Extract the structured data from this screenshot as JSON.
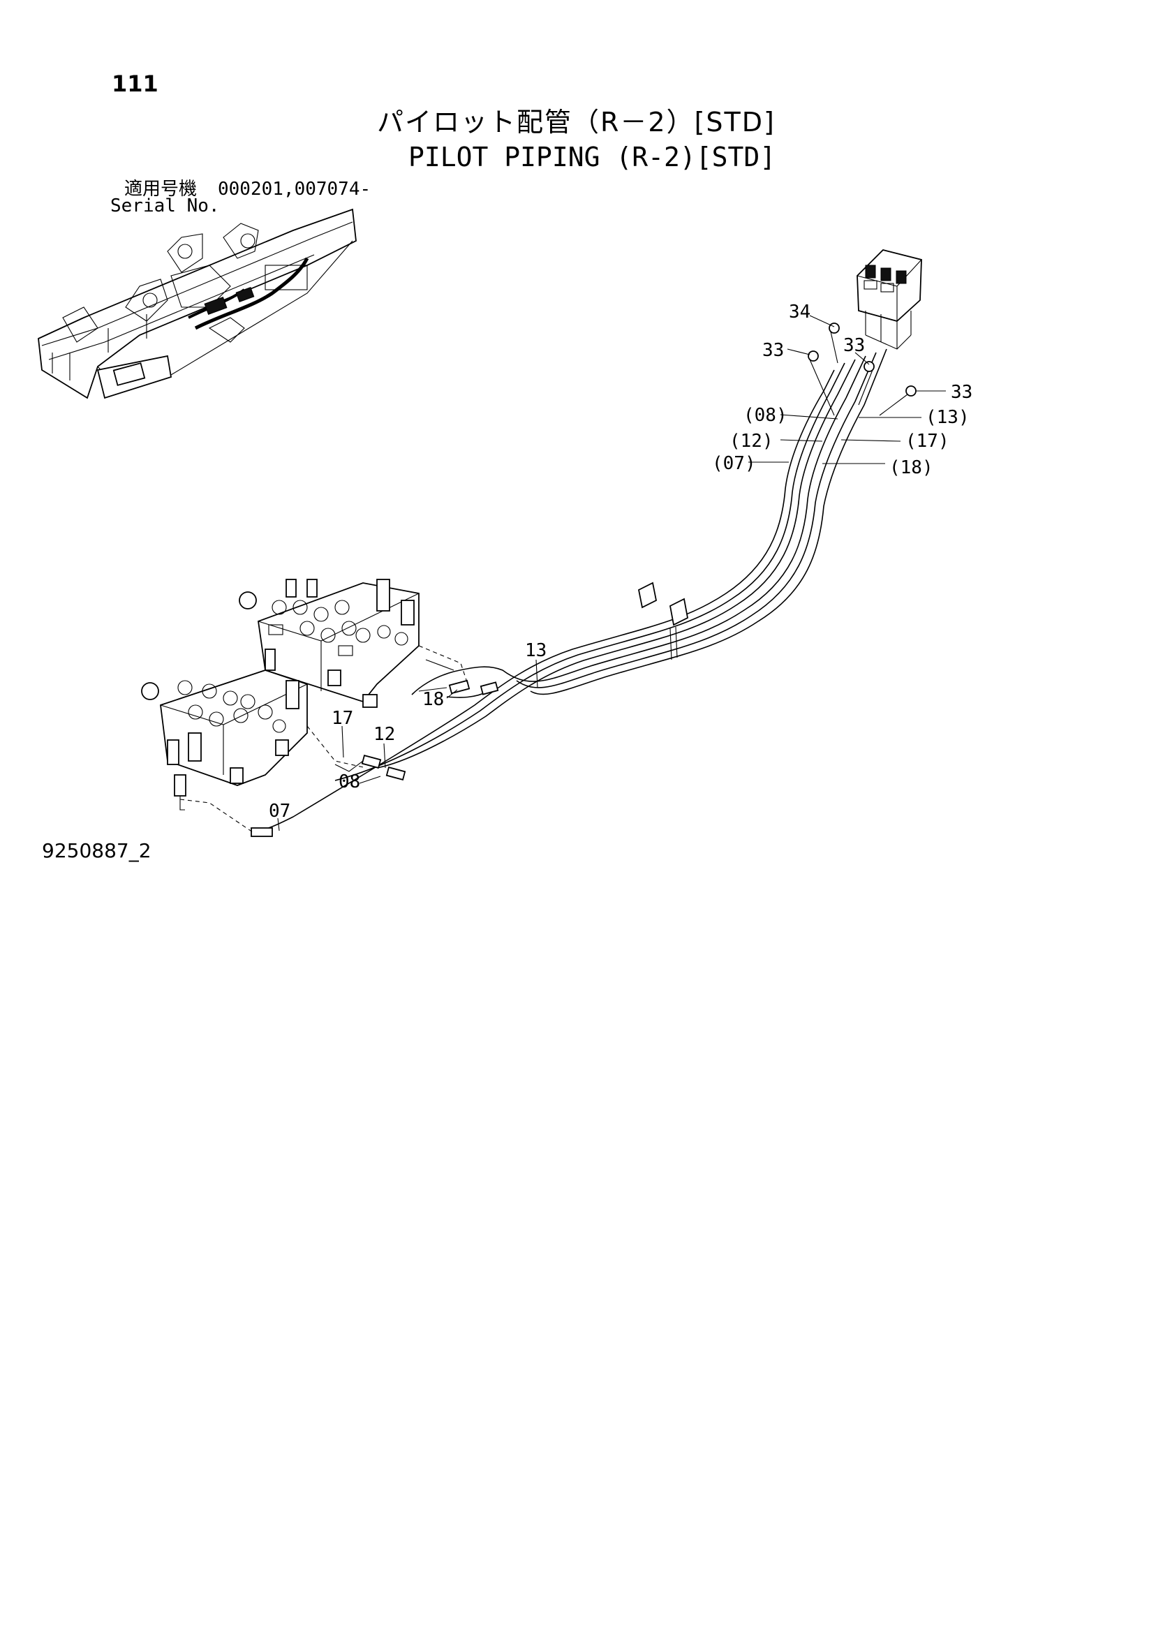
{
  "page": {
    "page_number": "111",
    "title_ja": "パイロット配管（R－2）[STD]",
    "title_en": "PILOT PIPING (R-2)[STD]",
    "serial_label_ja": "適用号機",
    "serial_values": "000201,007074-",
    "serial_label_en": "Serial No.",
    "drawing_code": "9250887_2"
  },
  "callouts": {
    "c34": "34",
    "c33_a": "33",
    "c33_b": "33",
    "c33_c": "33",
    "c08p": "(08)",
    "c13p": "(13)",
    "c12p": "(12)",
    "c17p": "(17)",
    "c07p": "(07)",
    "c18p": "(18)",
    "c13": "13",
    "c18": "18",
    "c17": "17",
    "c12": "12",
    "c08": "08",
    "c07": "07"
  }
}
